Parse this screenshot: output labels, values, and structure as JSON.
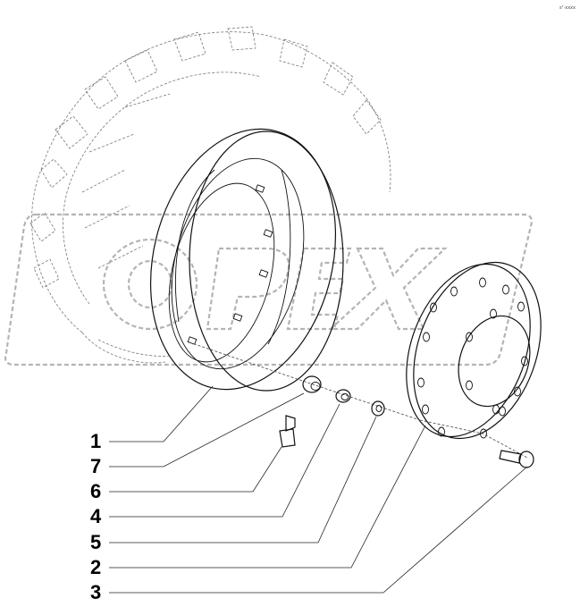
{
  "corner_mark": "sᵀ·xxxx",
  "watermark_text": "OPEX",
  "callouts": [
    {
      "id": "1"
    },
    {
      "id": "7"
    },
    {
      "id": "6"
    },
    {
      "id": "4"
    },
    {
      "id": "5"
    },
    {
      "id": "2"
    },
    {
      "id": "3"
    }
  ]
}
